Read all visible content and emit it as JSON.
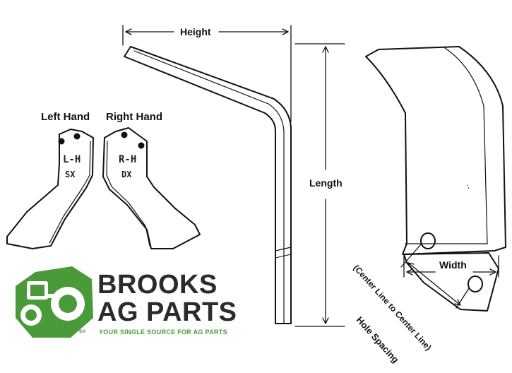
{
  "labels": {
    "left_hand": "Left Hand",
    "right_hand": "Right Hand",
    "height": "Height",
    "length": "Length",
    "width": "Width",
    "hole_spacing_line1": "Hole Spacing",
    "hole_spacing_line2": "(Center Line to Center Line)"
  },
  "stamps": {
    "left_code": "L-H",
    "left_sub": "SX",
    "right_code": "R-H",
    "right_sub": "DX"
  },
  "logo": {
    "line1": "BROOKS",
    "line2": "AG PARTS",
    "tagline": "YOUR SINGLE SOURCE FOR AG PARTS",
    "mark": "SH",
    "colors": {
      "green": "#4a9a3a",
      "dark": "#2b2b2b"
    }
  }
}
